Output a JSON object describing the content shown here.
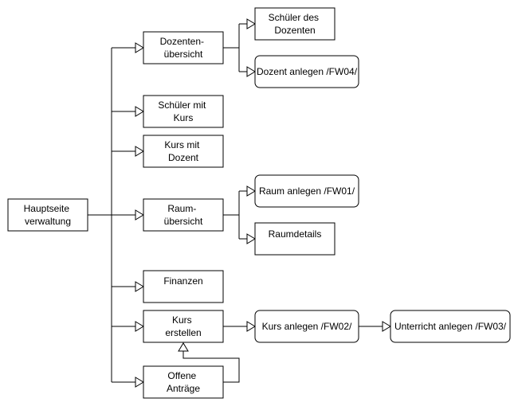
{
  "nodes": {
    "hauptseite": {
      "label": [
        "Hauptseite",
        "verwaltung"
      ]
    },
    "dozentenuebersicht": {
      "label": [
        "Dozenten-",
        "übersicht"
      ]
    },
    "schueler_des_dozenten": {
      "label": [
        "Schüler des",
        "Dozenten"
      ]
    },
    "dozent_anlegen": {
      "label": [
        "Dozent anlegen /FW04/"
      ]
    },
    "schueler_mit_kurs": {
      "label": [
        "Schüler mit",
        "Kurs"
      ]
    },
    "kurs_mit_dozent": {
      "label": [
        "Kurs mit",
        "Dozent"
      ]
    },
    "raumuebersicht": {
      "label": [
        "Raum-",
        "übersicht"
      ]
    },
    "raum_anlegen": {
      "label": [
        "Raum anlegen /FW01/"
      ]
    },
    "raumdetails": {
      "label": [
        "Raumdetails"
      ]
    },
    "finanzen": {
      "label": [
        "Finanzen"
      ]
    },
    "kurs_erstellen": {
      "label": [
        "Kurs",
        "erstellen"
      ]
    },
    "kurs_anlegen": {
      "label": [
        "Kurs anlegen /FW02/"
      ]
    },
    "unterricht_anlegen": {
      "label": [
        "Unterricht anlegen /FW03/"
      ]
    },
    "offene_antraege": {
      "label": [
        "Offene",
        "Anträge"
      ]
    }
  }
}
